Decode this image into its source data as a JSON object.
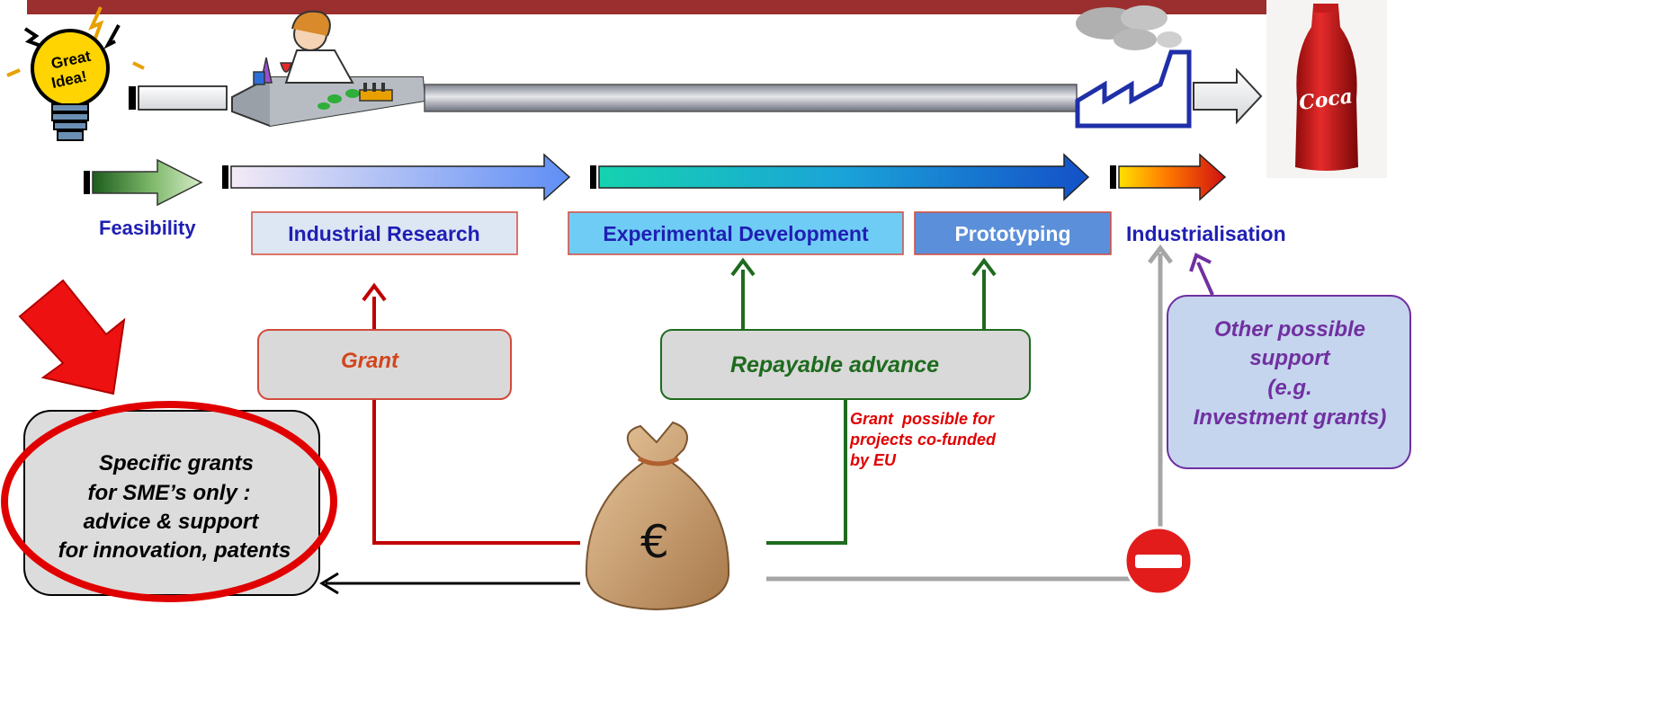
{
  "title_bar": {
    "color": "#9b2f2f"
  },
  "bulb": {
    "text_line1": "Great",
    "text_line2": "Idea!"
  },
  "bottle": {
    "logo_text": "Coca"
  },
  "phases": {
    "feasibility": "Feasibility",
    "industrial_research": "Industrial Research",
    "experimental_development": "Experimental Development",
    "prototyping": "Prototyping",
    "industrialisation": "Industrialisation"
  },
  "funding": {
    "grant": "Grant",
    "repayable_advance": "Repayable advance",
    "eu_note": [
      "Grant  possible for",
      "projects co-funded",
      "by EU"
    ],
    "other_support": [
      "Other possible",
      "support",
      "(e.g.",
      "Investment grants)"
    ],
    "sme_grants": [
      "Specific grants",
      "for SME’s only :",
      "advice & support",
      "for innovation, patents"
    ],
    "money_symbol": "€"
  },
  "colors": {
    "grant": "#c0392b",
    "repayable": "#1e6b1e",
    "other": "#7030a0",
    "phase_text": "#1f1fb4",
    "eu_note": "#e00000",
    "sme_highlight": "#e00000",
    "experimental_fill": "#6fcdf5",
    "prototyping_fill": "#5b8fd9",
    "industrial_fill": "#dde6f3"
  }
}
